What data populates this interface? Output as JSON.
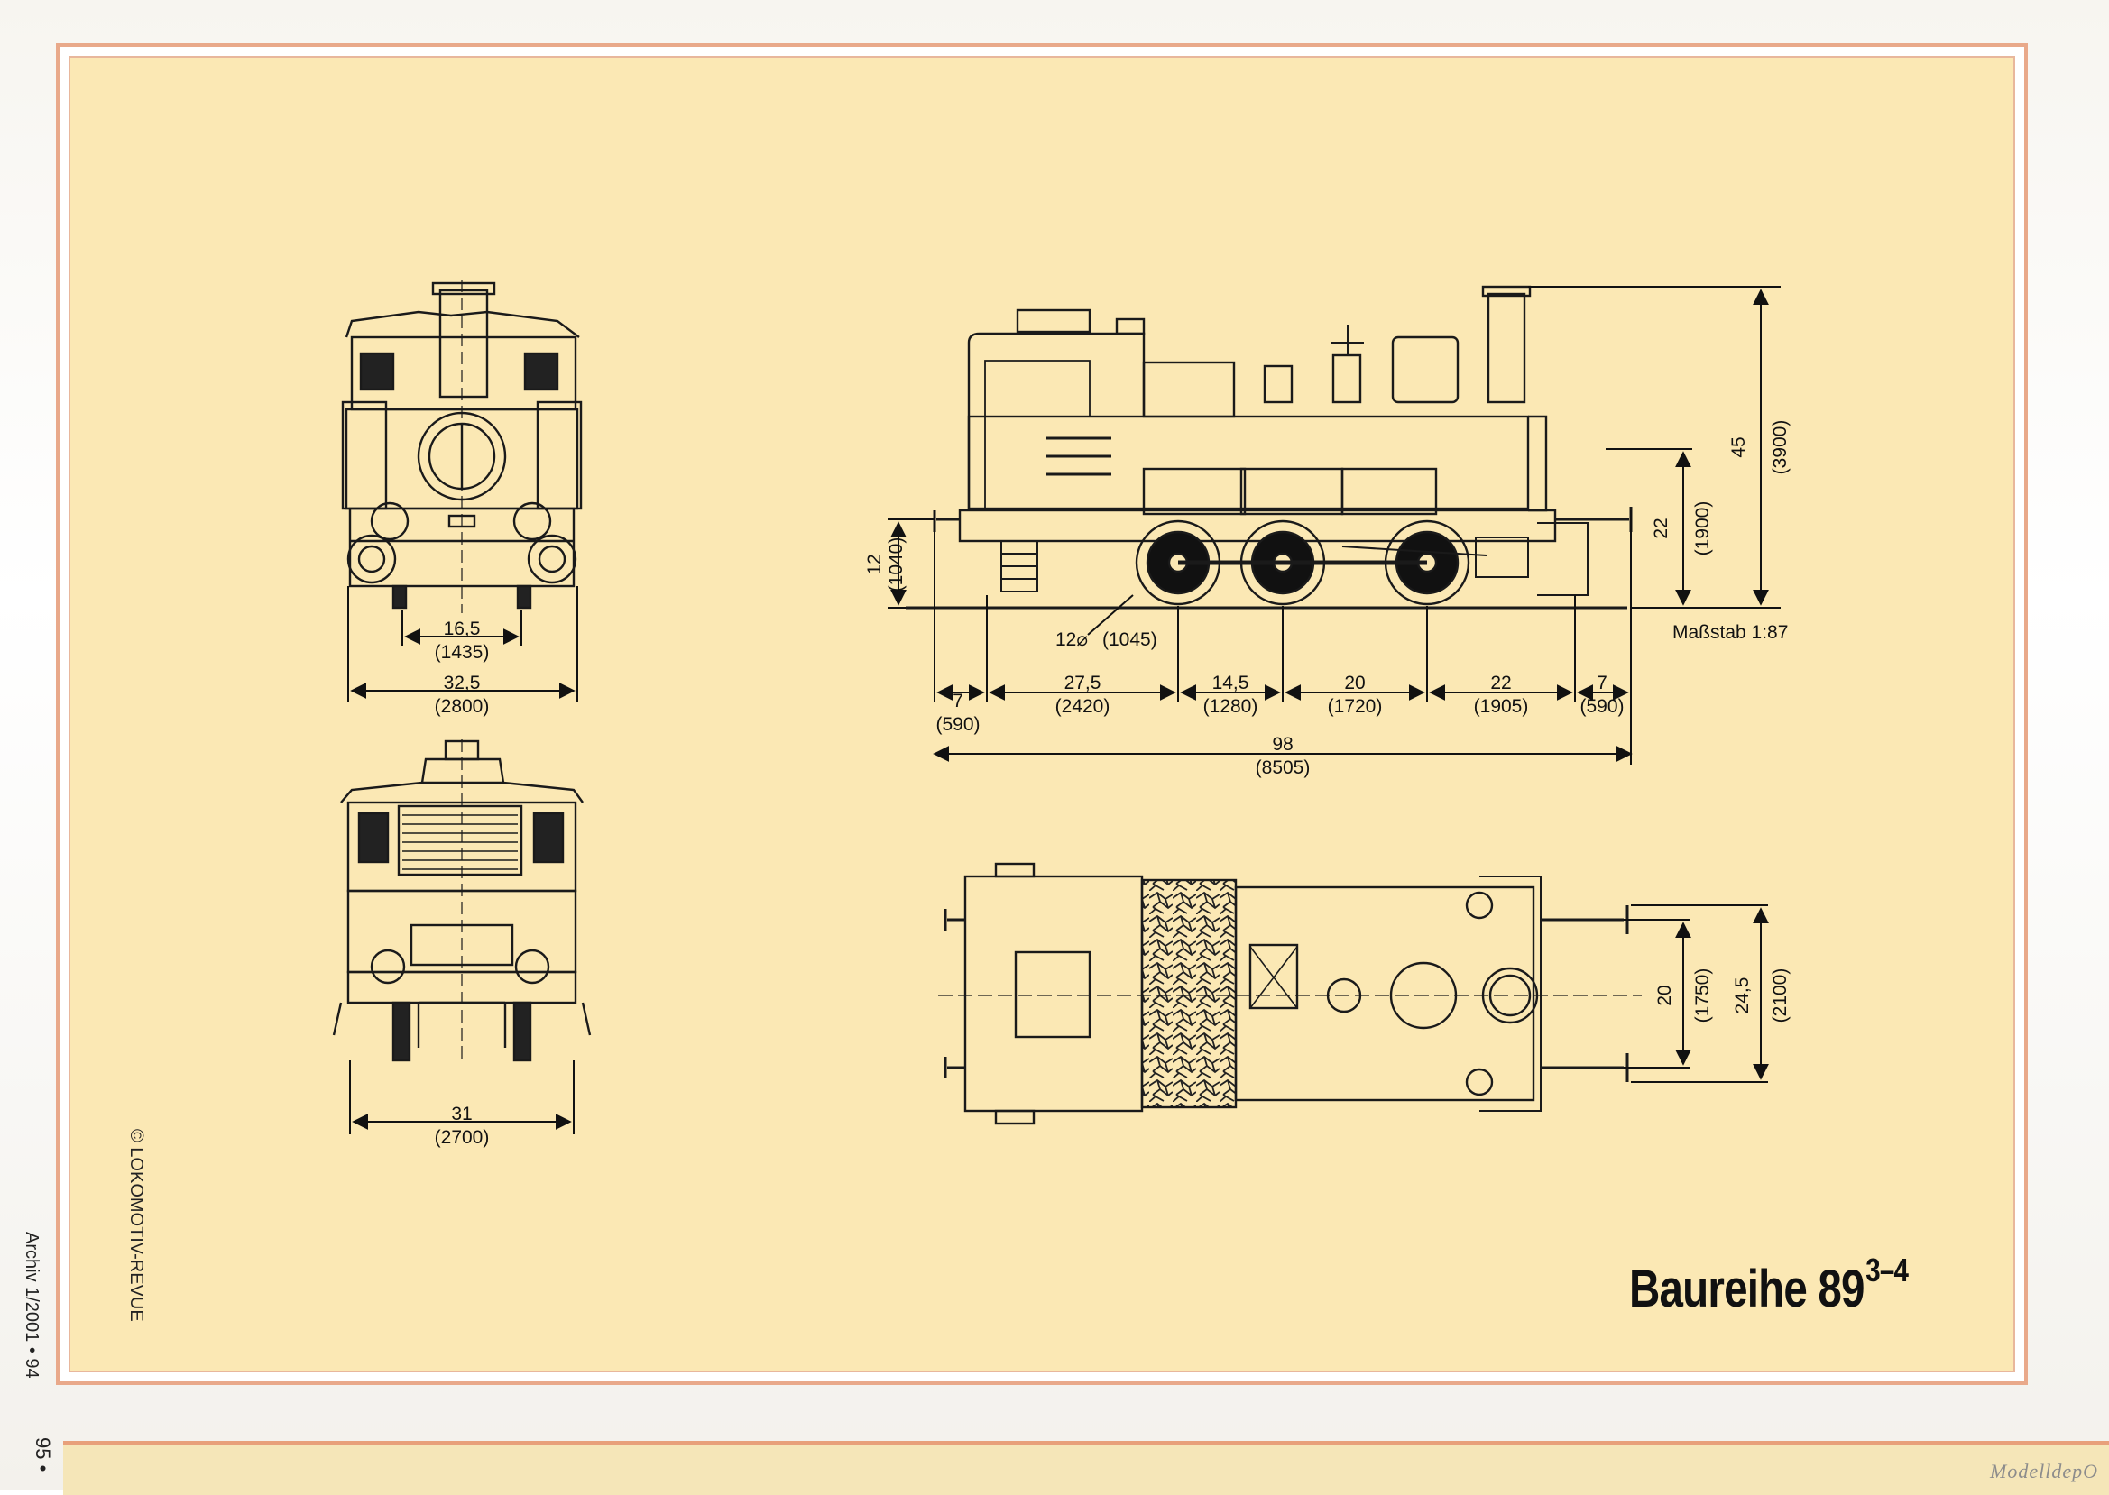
{
  "margin": {
    "left_label": "Archiv 1/2001 • 94",
    "bottom_page_no": "95 •"
  },
  "copyright": "© LOKOMOTIV-REVUE",
  "title": {
    "text": "Baureihe 89",
    "superscript": "3–4"
  },
  "scale": "Maßstab 1:87",
  "front_view": {
    "track_gauge": "16,5",
    "track_gauge_mm": "(1435)",
    "width": "32,5",
    "width_mm": "(2800)"
  },
  "rear_view": {
    "width": "31",
    "width_mm": "(2700)"
  },
  "side_view": {
    "buffer_height": "12",
    "buffer_height_mm": "(1040)",
    "wheel_dia": "12⌀",
    "wheel_dia_mm": "(1045)",
    "axis_height": "22",
    "axis_height_mm": "(1900)",
    "total_height": "45",
    "total_height_mm": "(3900)",
    "segments": [
      {
        "value": "7",
        "mm": "(590)"
      },
      {
        "value": "27,5",
        "mm": "(2420)"
      },
      {
        "value": "14,5",
        "mm": "(1280)"
      },
      {
        "value": "20",
        "mm": "(1720)"
      },
      {
        "value": "22",
        "mm": "(1905)"
      },
      {
        "value": "7",
        "mm": "(590)"
      }
    ],
    "total_length": "98",
    "total_length_mm": "(8505)"
  },
  "top_view": {
    "inner_width": "20",
    "inner_width_mm": "(1750)",
    "outer_width": "24,5",
    "outer_width_mm": "(2100)"
  },
  "watermark": "ModelldepO",
  "colors": {
    "paper": "#fbe8b4",
    "border": "#e9a98a",
    "ink": "#111111"
  }
}
